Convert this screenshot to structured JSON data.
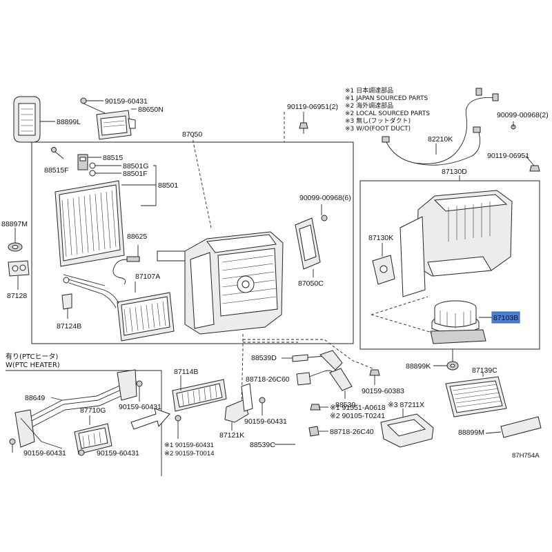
{
  "notes": [
    "※1 日本調達部品",
    "※1 JAPAN SOURCED PARTS",
    "※2 海外調達部品",
    "※2 LOCAL SOURCED PARTS",
    "※3 無し(フットダクト)",
    "※3 W/O(FOOT DUCT)"
  ],
  "ptc_heading_jp": "有り(PTCヒータ)",
  "ptc_heading_en": "W(PTC HEATER)",
  "diagram_code": "87H754A",
  "labels": {
    "p88899L": "88899L",
    "p90159_60431_top": "90159-60431",
    "p88650N": "88650N",
    "p87050": "87050",
    "p90119_06951_2": "90119-06951(2)",
    "p88515": "88515",
    "p88515F": "88515F",
    "p88501G": "88501G",
    "p88501F": "88501F",
    "p88501": "88501",
    "p88897M": "88897M",
    "p88625": "88625",
    "p90099_00968_6": "90099-00968(6)",
    "p87050C": "87050C",
    "p87128": "87128",
    "p87107A": "87107A",
    "p87124B": "87124B",
    "p82210K": "82210K",
    "p90099_00968_2": "90099-00968(2)",
    "p90119_06951": "90119-06951",
    "p87130D": "87130D",
    "p87130K": "87130K",
    "p87103B": "87103B",
    "p88899K": "88899K",
    "p88539D": "88539D",
    "p88718_26C60": "88718-26C60",
    "p88539": "88539",
    "p90159_60383": "90159-60383",
    "p87139C": "87139C",
    "p88649": "88649",
    "p87114B": "87114B",
    "p90159_60431_mid": "90159-60431",
    "p87710G": "87710G",
    "p87121K": "87121K",
    "p90159_60431_low": "90159-60431",
    "p91551": "※1 91551-A0618",
    "p90105": "※2 90105-T0241",
    "p87211X": "※3 87211X",
    "p88718_26C40": "88718-26C40",
    "p88899M": "88899M",
    "p88539C": "88539C",
    "p90159_60431_bl": "90159-60431",
    "p90159_60431_bm": "90159-60431",
    "p190159": "※1 90159-60431",
    "p290159": "※2 90159-T0014"
  },
  "colors": {
    "highlight_fill": "#4a7fd4",
    "highlight_stroke": "#2e5fb0"
  }
}
